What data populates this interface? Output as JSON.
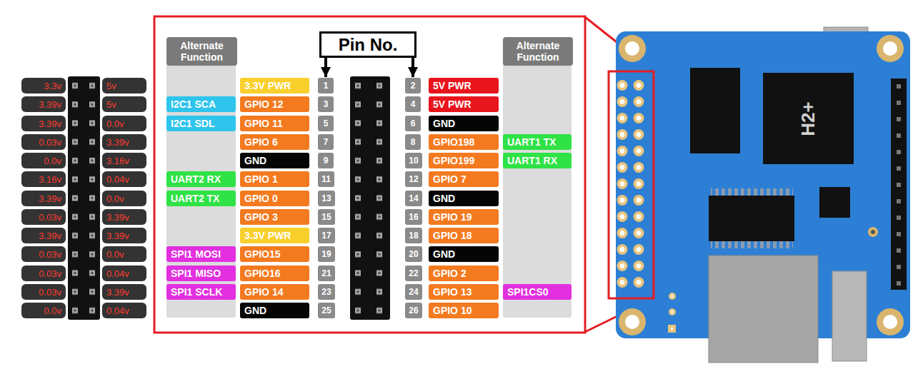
{
  "diagram": {
    "nodes": [
      {
        "text": [
          "Alternate Function"
        ]
      },
      {
        "text": [
          "Pin No."
        ]
      },
      {
        "text": [
          "Alternate Function"
        ]
      },
      {
        "text": [
          "3.3v"
        ]
      },
      {
        "text": [
          "5v"
        ]
      },
      {
        "text": [
          "3.3V PWR"
        ]
      },
      {
        "text": [
          "1"
        ]
      },
      {
        "text": [
          "2"
        ]
      },
      {
        "text": [
          "5V PWR"
        ]
      },
      {
        "text": [
          "3.39v"
        ]
      },
      {
        "text": [
          "5v"
        ]
      },
      {
        "text": [
          "I2C1 SCA"
        ]
      },
      {
        "text": [
          "GPIO 12"
        ]
      },
      {
        "text": [
          "3"
        ]
      },
      {
        "text": [
          "4"
        ]
      },
      {
        "text": [
          "5V PWR"
        ]
      },
      {
        "text": [
          "3.39v"
        ]
      },
      {
        "text": [
          "0.0v"
        ]
      },
      {
        "text": [
          "I2C1 SDL"
        ]
      },
      {
        "text": [
          "GPIO 11"
        ]
      },
      {
        "text": [
          "5"
        ]
      },
      {
        "text": [
          "6"
        ]
      },
      {
        "text": [
          "GND"
        ]
      },
      {
        "text": [
          "0.03v"
        ]
      },
      {
        "text": [
          "3.39v"
        ]
      },
      {
        "text": [
          "GPIO 6"
        ]
      },
      {
        "text": [
          "7"
        ]
      },
      {
        "text": [
          "8"
        ]
      },
      {
        "text": [
          "GPIO198"
        ]
      },
      {
        "text": [
          "UART1 TX"
        ]
      },
      {
        "text": [
          "0.0v"
        ]
      },
      {
        "text": [
          "3.16v"
        ]
      },
      {
        "text": [
          "GND"
        ]
      },
      {
        "text": [
          "9"
        ]
      },
      {
        "text": [
          "10"
        ]
      },
      {
        "text": [
          "GPIO199"
        ]
      },
      {
        "text": [
          "UART1 RX"
        ]
      },
      {
        "text": [
          "3.16v"
        ]
      },
      {
        "text": [
          "0.04v"
        ]
      },
      {
        "text": [
          "UART2 RX"
        ]
      },
      {
        "text": [
          "GPIO 1"
        ]
      },
      {
        "text": [
          "11"
        ]
      },
      {
        "text": [
          "12"
        ]
      },
      {
        "text": [
          "GPIO 7"
        ]
      },
      {
        "text": [
          "3.39v"
        ]
      },
      {
        "text": [
          "0.0v"
        ]
      },
      {
        "text": [
          "UART2 TX"
        ]
      },
      {
        "text": [
          "GPIO 0"
        ]
      },
      {
        "text": [
          "13"
        ]
      },
      {
        "text": [
          "14"
        ]
      },
      {
        "text": [
          "GND"
        ]
      },
      {
        "text": [
          "0.03v"
        ]
      },
      {
        "text": [
          "3.39v"
        ]
      },
      {
        "text": [
          "GPIO 3"
        ]
      },
      {
        "text": [
          "15"
        ]
      },
      {
        "text": [
          "16"
        ]
      },
      {
        "text": [
          "GPIO 19"
        ]
      },
      {
        "text": [
          "3.39v"
        ]
      },
      {
        "text": [
          "3.39v"
        ]
      },
      {
        "text": [
          "3.3V PWR"
        ]
      },
      {
        "text": [
          "17"
        ]
      },
      {
        "text": [
          "18"
        ]
      },
      {
        "text": [
          "GPIO 18"
        ]
      },
      {
        "text": [
          "0.03v"
        ]
      },
      {
        "text": [
          "0.0v"
        ]
      },
      {
        "text": [
          "SPI1 MOSI"
        ]
      },
      {
        "text": [
          "GPIO15"
        ]
      },
      {
        "text": [
          "19"
        ]
      },
      {
        "text": [
          "20"
        ]
      },
      {
        "text": [
          "GND"
        ]
      },
      {
        "text": [
          "0.03v"
        ]
      },
      {
        "text": [
          "0.04v"
        ]
      },
      {
        "text": [
          "SPI1 MISO"
        ]
      },
      {
        "text": [
          "GPIO16"
        ]
      },
      {
        "text": [
          "21"
        ]
      },
      {
        "text": [
          "22"
        ]
      },
      {
        "text": [
          "GPIO 2"
        ]
      },
      {
        "text": [
          "0.03v"
        ]
      },
      {
        "text": [
          "3.39v"
        ]
      },
      {
        "text": [
          "SPI1 SCLK"
        ]
      },
      {
        "text": [
          "GPIO 14"
        ]
      },
      {
        "text": [
          "23"
        ]
      },
      {
        "text": [
          "24"
        ]
      },
      {
        "text": [
          "GPIO 13"
        ]
      },
      {
        "text": [
          "SPI1CS0"
        ]
      },
      {
        "text": [
          "0.0v"
        ]
      },
      {
        "text": [
          "0.04v"
        ]
      },
      {
        "text": [
          "GND"
        ]
      },
      {
        "text": [
          "25"
        ]
      },
      {
        "text": [
          "26"
        ]
      },
      {
        "text": [
          "GPIO 10"
        ]
      },
      {
        "text": [
          "H2+"
        ]
      }
    ],
    "edges": [
      {
        "from": 1,
        "to": 6,
        "arrow": "to"
      },
      {
        "from": 1,
        "to": 7,
        "arrow": "to"
      }
    ]
  }
}
